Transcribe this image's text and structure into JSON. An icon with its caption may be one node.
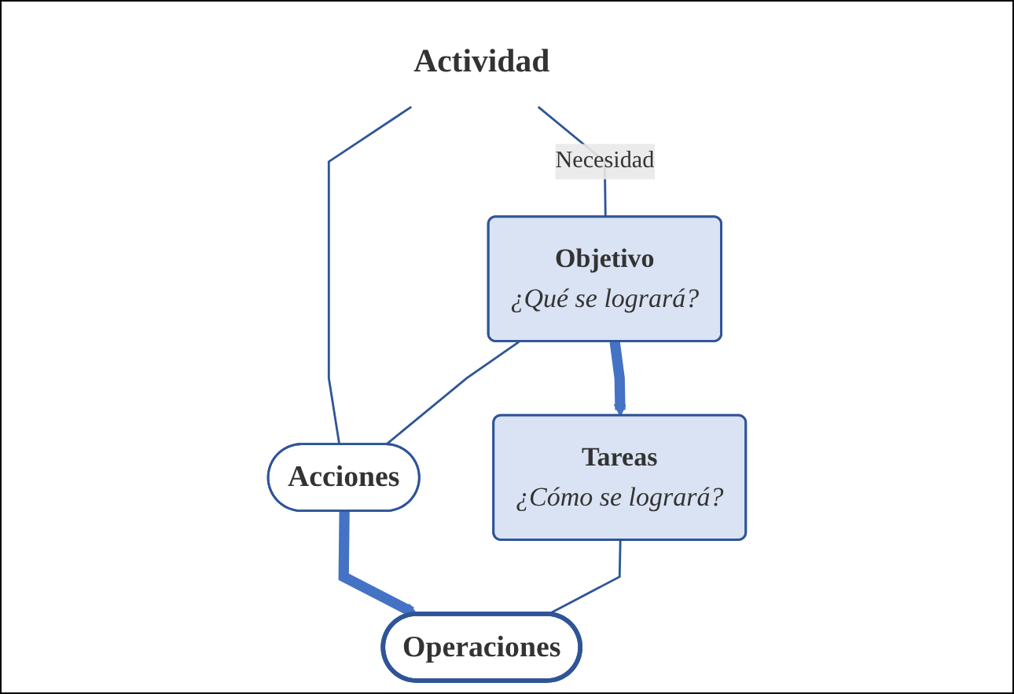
{
  "diagram": {
    "nodes": [
      {
        "text": [
          "Actividad"
        ]
      },
      {
        "text": [
          "Objetivo",
          "¿Qué se logrará?"
        ]
      },
      {
        "text": [
          "Acciones"
        ]
      },
      {
        "text": [
          "Tareas",
          "¿Cómo se logrará?"
        ]
      },
      {
        "text": [
          "Operaciones"
        ]
      }
    ],
    "edges": [
      {
        "from": 0,
        "to": 1,
        "arrow": "none",
        "label": "Necesidad"
      },
      {
        "from": 0,
        "to": 2,
        "arrow": "none"
      },
      {
        "from": 1,
        "to": 2,
        "arrow": "none"
      },
      {
        "from": 1,
        "to": 3,
        "arrow": "to",
        "style": "thick"
      },
      {
        "from": 2,
        "to": 4,
        "arrow": "to",
        "style": "thick"
      },
      {
        "from": 3,
        "to": 4,
        "arrow": "none"
      }
    ]
  }
}
